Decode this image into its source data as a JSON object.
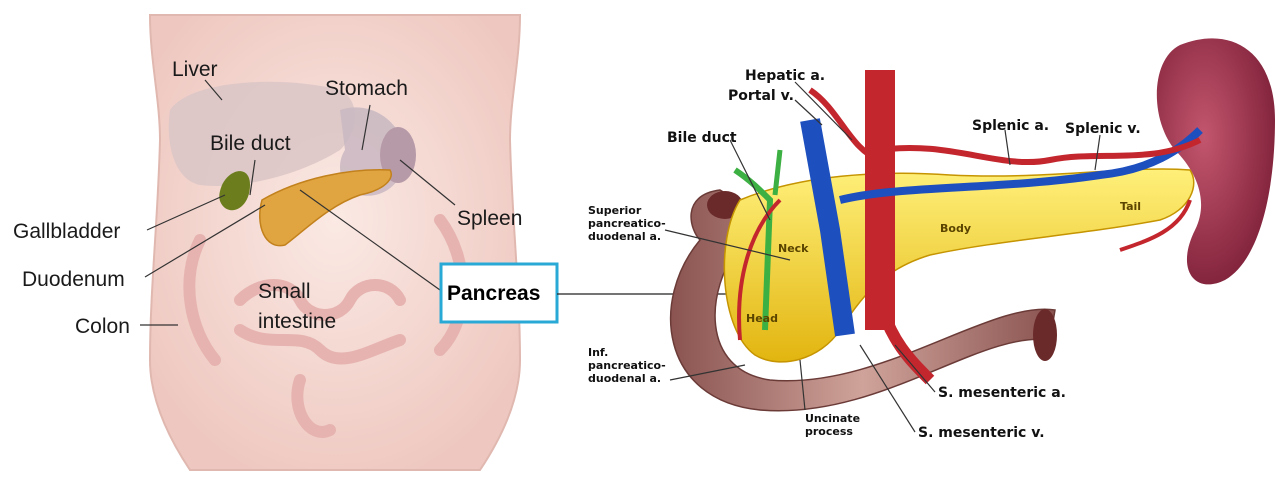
{
  "left_figure": {
    "labels": {
      "liver": "Liver",
      "stomach": "Stomach",
      "bile_duct": "Bile duct",
      "gallbladder": "Gallbladder",
      "spleen": "Spleen",
      "duodenum": "Duodenum",
      "small_intestine_line1": "Small",
      "small_intestine_line2": "intestine",
      "colon": "Colon",
      "pancreas": "Pancreas"
    },
    "highlight_color": "#29a9d6"
  },
  "right_figure": {
    "labels": {
      "hepatic_a": "Hepatic a.",
      "portal_v": "Portal v.",
      "bile_duct": "Bile duct",
      "splenic_a": "Splenic a.",
      "splenic_v": "Splenic v.",
      "superior_line1": "Superior",
      "superior_line2": "pancreatico-",
      "superior_line3": "duodenal a.",
      "neck": "Neck",
      "body": "Body",
      "tail": "Tail",
      "head": "Head",
      "inf_line1": "Inf.",
      "inf_line2": "pancreatico-",
      "inf_line3": "duodenal a.",
      "s_mesenteric_a": "S. mesenteric a.",
      "s_mesenteric_v": "S. mesenteric v.",
      "uncinate_line1": "Uncinate",
      "uncinate_line2": "process"
    }
  }
}
